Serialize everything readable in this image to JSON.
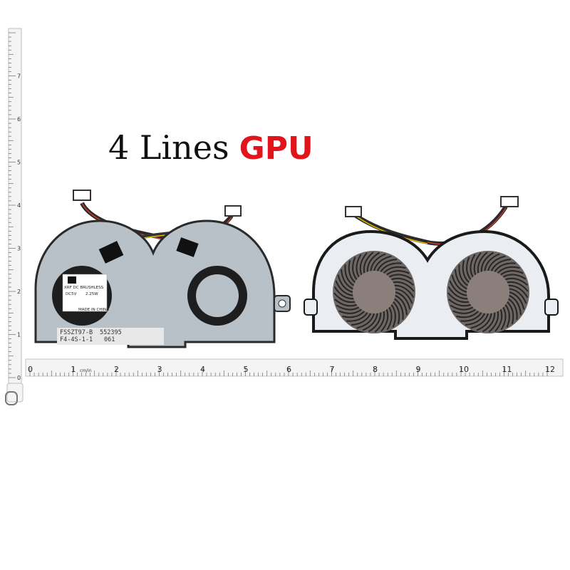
{
  "headline": {
    "text": "4 Lines",
    "accent": "GPU",
    "accent_color": "#e1141c"
  },
  "fan_back_labels": {
    "brand_line": "XRF DC BRUSHLESS",
    "rating_left": "DC5V",
    "rating_right": "2.25W",
    "made_in": "MADE IN CHINA",
    "model": "FSSZT97-B",
    "code1": "F4-4S-1-1",
    "serial": "552395",
    "lot": "061"
  },
  "ruler_horizontal": {
    "ticks": [
      "0",
      "1",
      "2",
      "3",
      "4",
      "5",
      "6",
      "7",
      "8",
      "9",
      "10",
      "11",
      "12"
    ],
    "unit_label": "cm/in"
  },
  "ruler_vertical": {
    "ticks": [
      "0",
      "1",
      "2",
      "3",
      "4",
      "5",
      "6",
      "7"
    ]
  }
}
